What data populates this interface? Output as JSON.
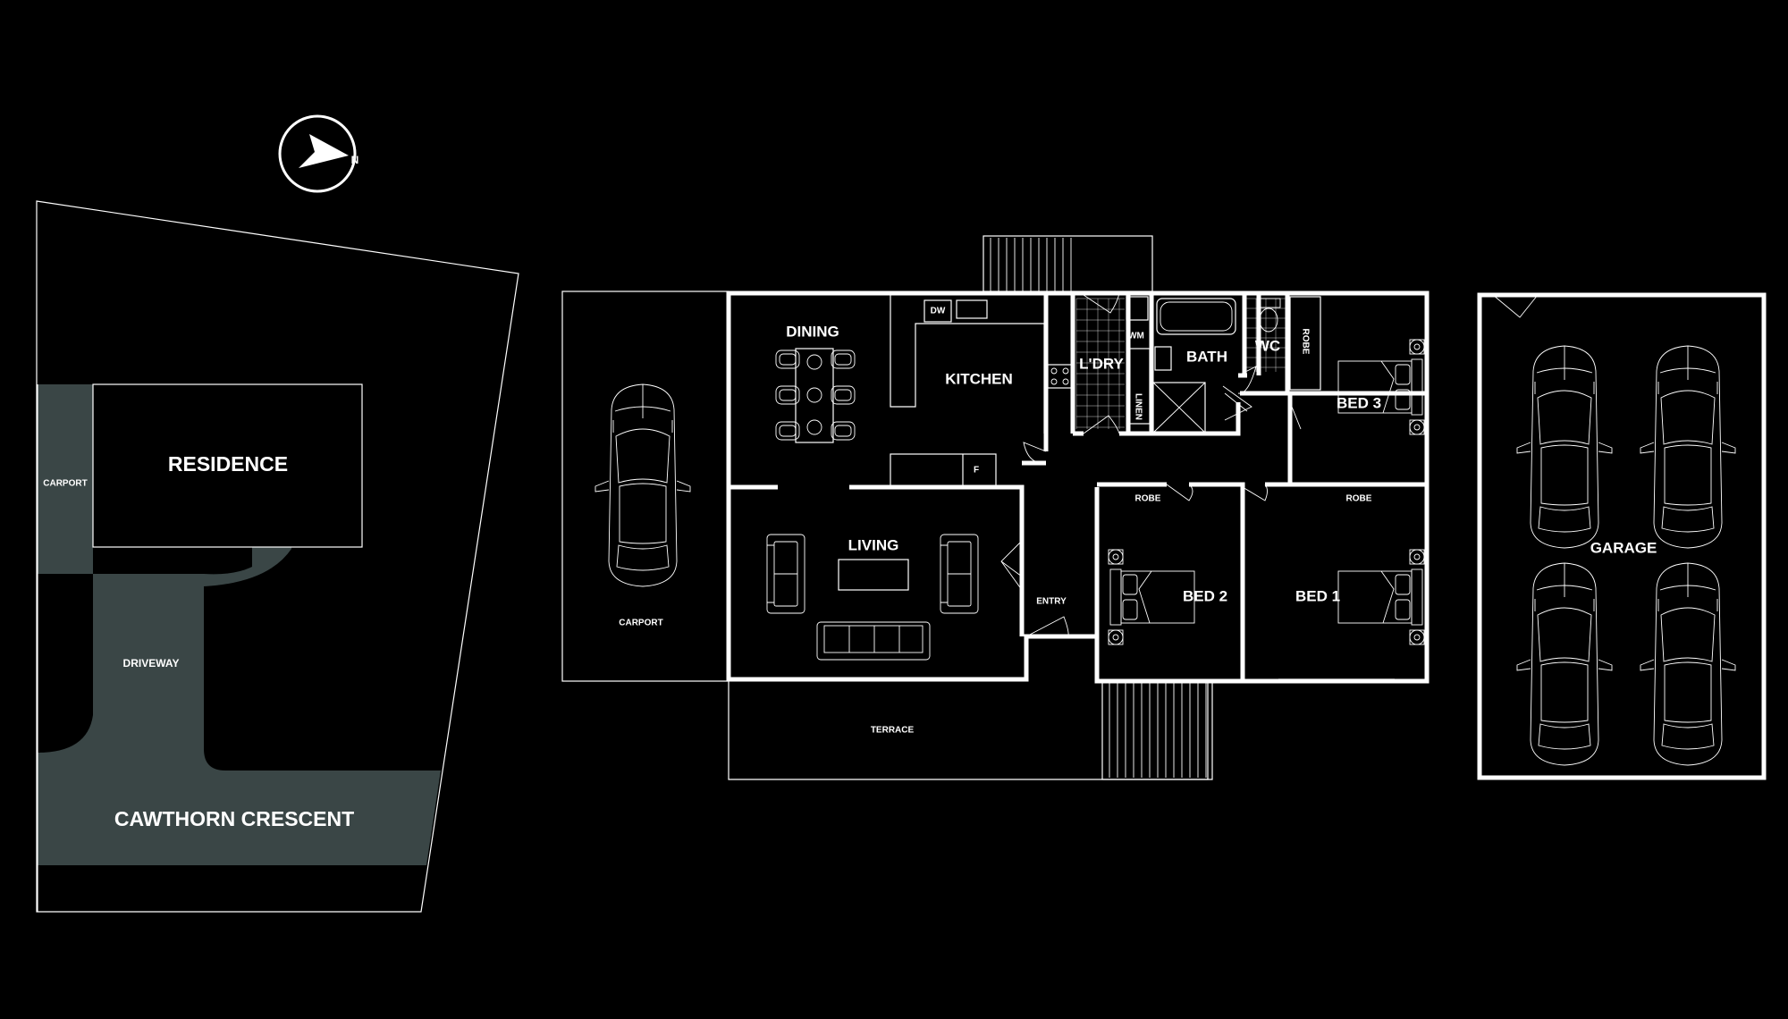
{
  "colors": {
    "background": "#000000",
    "line": "#ffffff",
    "site_fill": "#3a4646"
  },
  "site": {
    "residence": "RESIDENCE",
    "carport": "CARPORT",
    "driveway": "DRIVEWAY",
    "street": "CAWTHORN CRESCENT",
    "north": "N"
  },
  "rooms": {
    "dining": "DINING",
    "kitchen": "KITCHEN",
    "laundry": "L'DRY",
    "bath": "BATH",
    "wc": "WC",
    "bed3": "BED 3",
    "bed2": "BED 2",
    "bed1": "BED 1",
    "living": "LIVING",
    "entry": "ENTRY",
    "carport": "CARPORT",
    "terrace": "TERRACE",
    "garage": "GARAGE",
    "robe_bed2": "ROBE",
    "robe_bed1": "ROBE",
    "robe_bed3": "ROBE",
    "linen": "LINEN",
    "wm": "WM",
    "dw": "DW",
    "fridge": "F"
  },
  "icons": {
    "compass": "north-arrow-icon",
    "car": "car-icon",
    "bed": "bed-icon",
    "sofa": "sofa-icon",
    "toilet": "toilet-icon",
    "bathtub": "bathtub-icon"
  }
}
